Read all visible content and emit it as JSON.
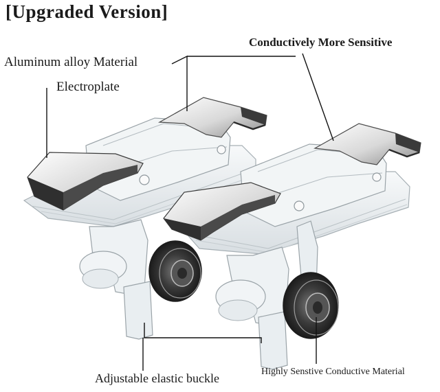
{
  "title": "[Upgraded Version]",
  "labels": {
    "aluminum": "Aluminum alloy Material",
    "electroplate": "Electroplate",
    "conductive": "Conductively More Sensitive",
    "adjustable": "Adjustable elastic buckle",
    "highly": "Highly Senstive Conductive Material"
  },
  "colors": {
    "metal_dark": "#2b2b2b",
    "metal_light": "#e6e6e6",
    "clear_plastic": "#e9eef1",
    "outline": "#9aa3a8",
    "roller": "#3a3a3a"
  }
}
